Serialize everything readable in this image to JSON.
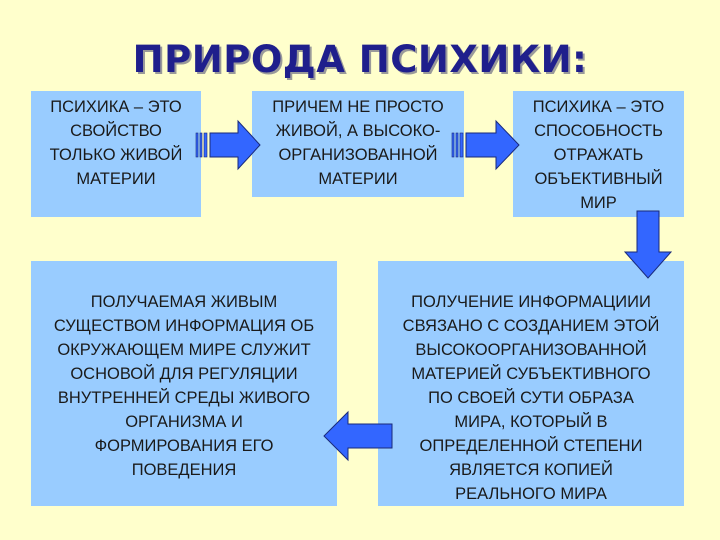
{
  "title": "ПРИРОДА ПСИХИКИ:",
  "boxes": {
    "b1": "ПСИХИКА – ЭТО\nСВОЙСТВО\nТОЛЬКО ЖИВОЙ\nМАТЕРИИ",
    "b2": "ПРИЧЕМ НЕ ПРОСТО\nЖИВОЙ, А ВЫСОКО-\nОРГАНИЗОВАННОЙ\nМАТЕРИИ",
    "b3": "ПСИХИКА – ЭТО\nСПОСОБНОСТЬ\nОТРАЖАТЬ\nОБЪЕКТИВНЫЙ\nМИР",
    "b4": "ПОЛУЧАЕМАЯ ЖИВЫМ\nСУЩЕСТВОМ ИНФОРМАЦИЯ ОБ\nОКРУЖАЮЩЕМ МИРЕ СЛУЖИТ\nОСНОВОЙ ДЛЯ РЕГУЛЯЦИИ\nВНУТРЕННЕЙ СРЕДЫ ЖИВОГО\nОРГАНИЗМА И\nФОРМИРОВАНИЯ ЕГО\nПОВЕДЕНИЯ",
    "b5": "ПОЛУЧЕНИЕ ИНФОРМАЦИИИ\nСВЯЗАНО С СОЗДАНИЕМ ЭТОЙ\nВЫСОКООРГАНИЗОВАННОЙ\nМАТЕРИЕЙ СУБЪЕКТИВНОГО\nПО СВОЕЙ СУТИ ОБРАЗА\nМИРА, КОТОРЫЙ В\nОПРЕДЕЛЕННОЙ СТЕПЕНИ\nЯВЛЯЕТСЯ КОПИЕЙ\nРЕАЛЬНОГО МИРА"
  },
  "colors": {
    "background": "#ffffcc",
    "box_fill": "#99ccff",
    "arrow_fill": "#3366ff",
    "title": "#1f1f8c"
  }
}
